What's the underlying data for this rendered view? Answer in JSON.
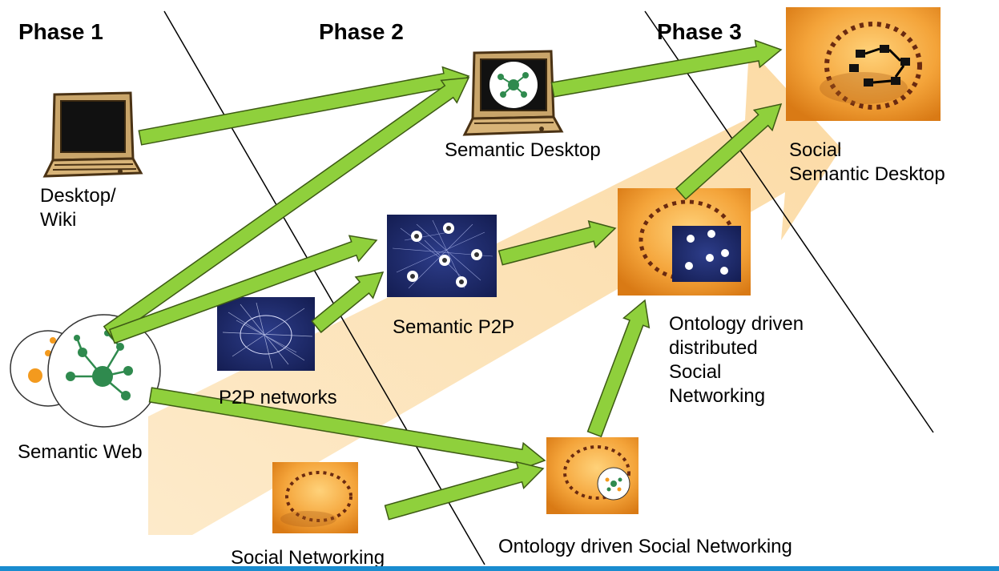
{
  "phases": {
    "p1": "Phase 1",
    "p2": "Phase 2",
    "p3": "Phase 3"
  },
  "labels": {
    "desktop_wiki": "Desktop/\nWiki",
    "semantic_desktop": "Semantic Desktop",
    "social_semantic_desktop": "Social\nSemantic Desktop",
    "semantic_p2p": "Semantic P2P",
    "p2p_networks": "P2P networks",
    "semantic_web": "Semantic Web",
    "ontology_distributed": "Ontology driven\ndistributed\nSocial\nNetworking",
    "ontology_social": "Ontology driven Social Networking",
    "social_networking": "Social Networking"
  },
  "colors": {
    "arrow_fill": "#8fd03c",
    "arrow_stroke": "#3d5a14",
    "wide_arrow": "#fce0b0",
    "orange_bg": "#f2a02c",
    "network_bg": "#1e2a66",
    "node_green": "#2f8a4e",
    "node_orange": "#f39a1e",
    "accent_bar": "#1a8ccf"
  }
}
